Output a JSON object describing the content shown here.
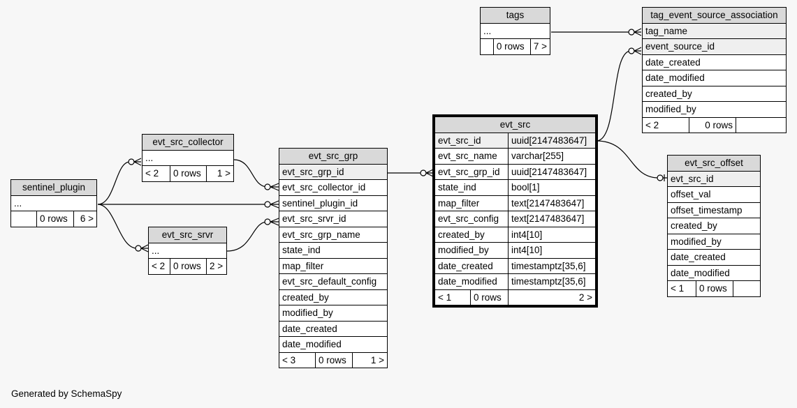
{
  "footer": "Generated by SchemaSpy",
  "tables": {
    "sentinel_plugin": {
      "name": "sentinel_plugin",
      "columns": [
        "..."
      ],
      "stats": {
        "parents": "",
        "rows": "0 rows",
        "children": "6 >"
      }
    },
    "evt_src_collector": {
      "name": "evt_src_collector",
      "columns": [
        "..."
      ],
      "stats": {
        "parents": "< 2",
        "rows": "0 rows",
        "children": "1 >"
      }
    },
    "evt_src_srvr": {
      "name": "evt_src_srvr",
      "columns": [
        "..."
      ],
      "stats": {
        "parents": "< 2",
        "rows": "0 rows",
        "children": "2 >"
      }
    },
    "evt_src_grp": {
      "name": "evt_src_grp",
      "columns": [
        "evt_src_grp_id",
        "evt_src_collector_id",
        "sentinel_plugin_id",
        "evt_src_srvr_id",
        "evt_src_grp_name",
        "state_ind",
        "map_filter",
        "evt_src_default_config",
        "created_by",
        "modified_by",
        "date_created",
        "date_modified"
      ],
      "stats": {
        "parents": "< 3",
        "rows": "0 rows",
        "children": "1 >"
      }
    },
    "evt_src": {
      "name": "evt_src",
      "columns": [
        {
          "name": "evt_src_id",
          "type": "uuid[2147483647]"
        },
        {
          "name": "evt_src_name",
          "type": "varchar[255]"
        },
        {
          "name": "evt_src_grp_id",
          "type": "uuid[2147483647]"
        },
        {
          "name": "state_ind",
          "type": "bool[1]"
        },
        {
          "name": "map_filter",
          "type": "text[2147483647]"
        },
        {
          "name": "evt_src_config",
          "type": "text[2147483647]"
        },
        {
          "name": "created_by",
          "type": "int4[10]"
        },
        {
          "name": "modified_by",
          "type": "int4[10]"
        },
        {
          "name": "date_created",
          "type": "timestamptz[35,6]"
        },
        {
          "name": "date_modified",
          "type": "timestamptz[35,6]"
        }
      ],
      "stats": {
        "parents": "< 1",
        "rows": "0 rows",
        "children": "2 >"
      }
    },
    "tags": {
      "name": "tags",
      "columns": [
        "..."
      ],
      "stats": {
        "parents": "",
        "rows": "0 rows",
        "children": "7 >"
      }
    },
    "tag_event_source_association": {
      "name": "tag_event_source_association",
      "columns": [
        "tag_name",
        "event_source_id",
        "date_created",
        "date_modified",
        "created_by",
        "modified_by"
      ],
      "stats": {
        "parents": "< 2",
        "rows": "0 rows",
        "children": ""
      }
    },
    "evt_src_offset": {
      "name": "evt_src_offset",
      "columns": [
        "evt_src_id",
        "offset_val",
        "offset_timestamp",
        "created_by",
        "modified_by",
        "date_created",
        "date_modified"
      ],
      "stats": {
        "parents": "< 1",
        "rows": "0 rows",
        "children": ""
      }
    }
  }
}
